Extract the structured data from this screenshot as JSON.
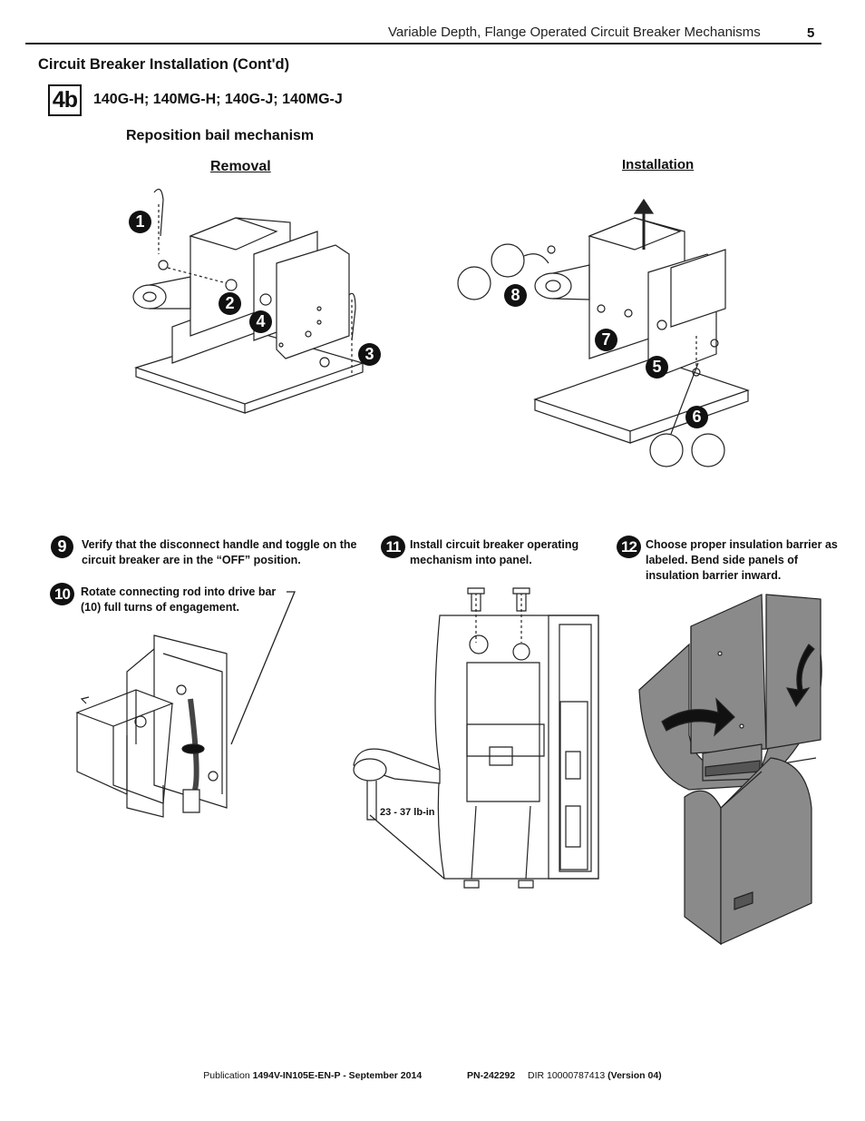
{
  "header": {
    "title": "Variable Depth, Flange Operated Circuit Breaker Mechanisms",
    "page_number": "5"
  },
  "section": {
    "title": "Circuit Breaker Installation (Cont'd)",
    "step_id": "4b",
    "models": "140G-H; 140MG-H; 140G-J; 140MG-J",
    "subheading": "Reposition bail mechanism",
    "removal_label": "Removal",
    "installation_label": "Installation"
  },
  "removal_callouts": [
    "1",
    "2",
    "3",
    "4"
  ],
  "installation_callouts": [
    "5",
    "6",
    "7",
    "8"
  ],
  "steps": [
    {
      "number": "9",
      "text": "Verify that the disconnect handle and toggle on the circuit breaker are in the “OFF” position."
    },
    {
      "number": "10",
      "text": "Rotate connecting rod into drive bar (10) full turns of engagement."
    },
    {
      "number": "11",
      "text": "Install circuit breaker operating mechanism into panel."
    },
    {
      "number": "12",
      "text": "Choose proper insulation barrier as labeled.  Bend side panels of insulation barrier inward."
    }
  ],
  "torque_label": "23 - 37 lb-in",
  "footer": {
    "publication_label": "Publication",
    "publication_id": "1494V-IN105E-EN-P - September 2014",
    "part_number": "PN-242292",
    "dir_label": "DIR 10000787413",
    "version": "(Version 04)"
  },
  "colors": {
    "text": "#111111",
    "barrier_fill": "#8a8a8a",
    "line_art": "#222222"
  }
}
